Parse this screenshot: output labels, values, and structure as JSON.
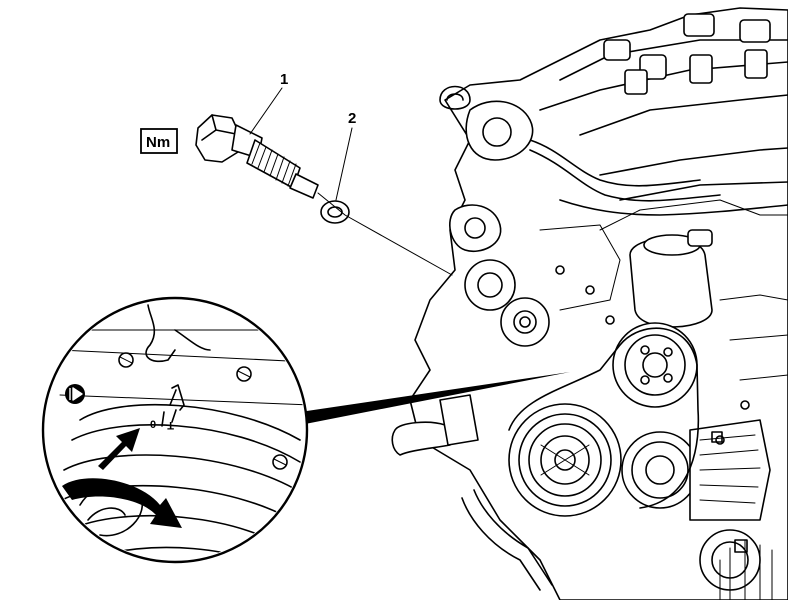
{
  "diagram": {
    "callouts": [
      {
        "id": "1",
        "label": "1"
      },
      {
        "id": "2",
        "label": "2"
      }
    ],
    "torque_badge": "Nm",
    "timing_marks": {
      "zero": "0",
      "tdc": "T"
    },
    "icons": [
      "torque-spec-icon",
      "tdc-mark-icon",
      "rotation-direction-icon",
      "pointer-arrow-icon"
    ]
  }
}
